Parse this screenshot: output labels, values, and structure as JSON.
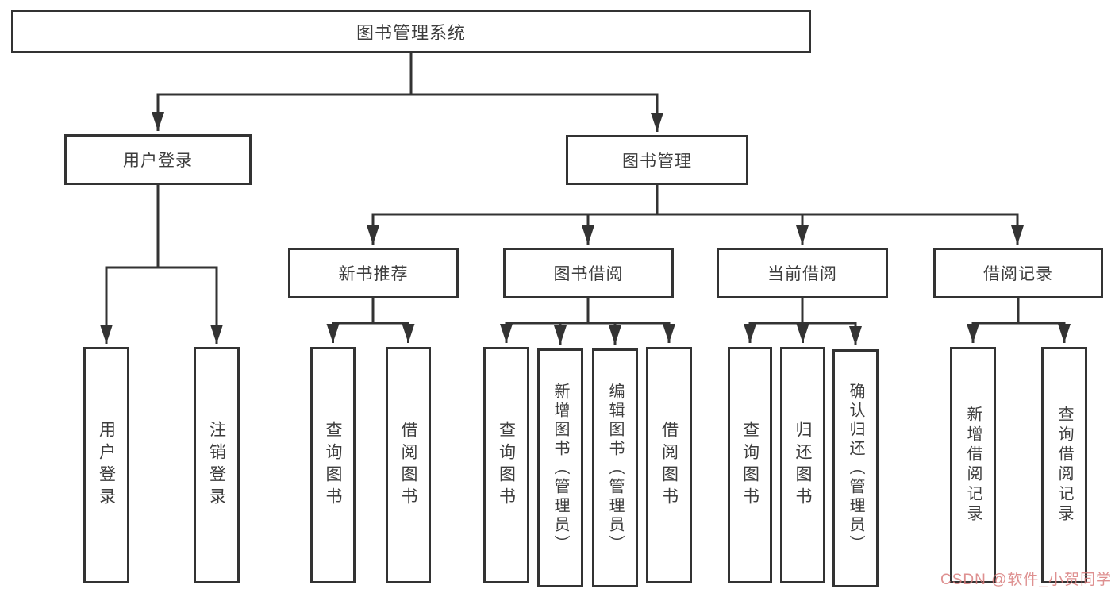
{
  "diagram": {
    "title_node": "图书管理系统",
    "level2": {
      "user_login": "用户登录",
      "book_management": "图书管理"
    },
    "level3": {
      "new_book_recommend": "新书推荐",
      "book_borrowing": "图书借阅",
      "current_borrowing": "当前借阅",
      "borrowing_records": "借阅记录"
    },
    "leaves": {
      "user_login": "用户登录",
      "logout_login": "注销登录",
      "nbr_query_books": "查询图书",
      "nbr_borrow_books": "借阅图书",
      "bb_query_books": "查询图书",
      "bb_add_books": "新增图书（管理员）",
      "bb_edit_books": "编辑图书（管理员）",
      "bb_borrow_books": "借阅图书",
      "cb_query_books": "查询图书",
      "cb_return_books": "归还图书",
      "cb_confirm_return": "确认归还（管理员）",
      "br_add_record": "新增借阅记录",
      "br_query_record": "查询借阅记录"
    },
    "colors": {
      "line": "#333333",
      "text": "#3d3d3d",
      "background": "#ffffff",
      "watermark": "#d87d7d"
    }
  },
  "watermark": {
    "text": "CSDN @软件_小贺同学"
  }
}
